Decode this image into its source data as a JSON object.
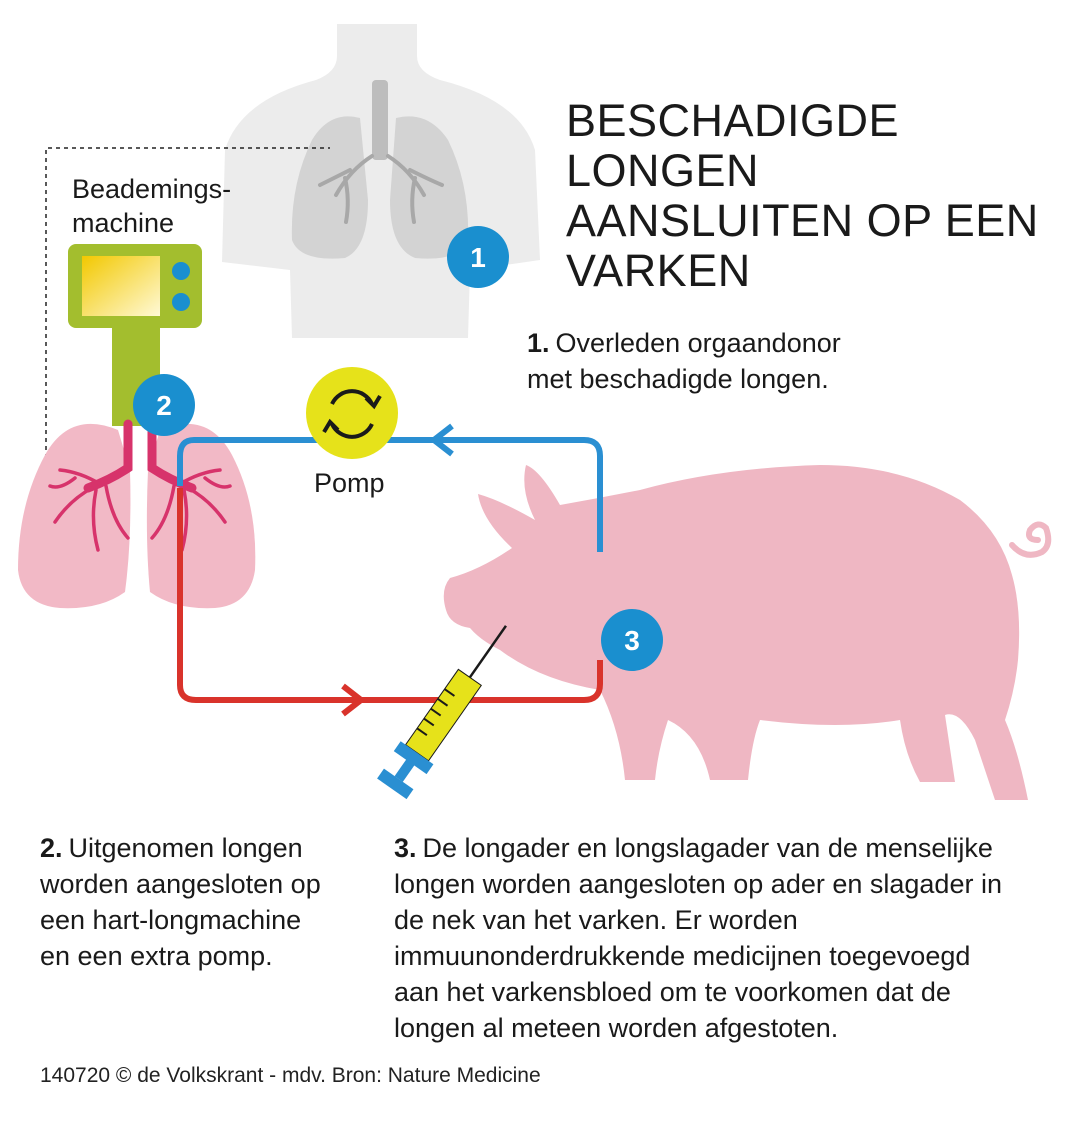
{
  "title": {
    "line1": "BESCHADIGDE LONGEN",
    "line2": "AANSLUITEN OP EEN",
    "line3": "VARKEN"
  },
  "labels": {
    "ventilator_line1": "Beademings-",
    "ventilator_line2": "machine",
    "pump": "Pomp"
  },
  "badges": [
    "1",
    "2",
    "3"
  ],
  "steps": [
    {
      "num": "1.",
      "line1": "Overleden orgaandonor",
      "line2": "met beschadigde longen."
    },
    {
      "num": "2.",
      "line1": "Uitgenomen longen",
      "line2": "worden aangesloten op",
      "line3": "een hart-longmachine",
      "line4": "en een extra pomp."
    },
    {
      "num": "3.",
      "line1": "De longader en longslagader van de menselijke",
      "line2": "longen worden aangesloten op ader en slagader in",
      "line3": "de nek van het varken. Er worden",
      "line4": "immuunonderdrukkende medicijnen toegevoegd",
      "line5": "aan het varkensbloed om te voorkomen dat de",
      "line6": "longen al meteen worden afgestoten."
    }
  ],
  "credit": "140720 © de Volkskrant - mdv. Bron: Nature Medicine",
  "colors": {
    "badge_blue": "#1a8fcf",
    "vein_blue": "#2a8fd2",
    "artery_red": "#d9332b",
    "pig_pink": "#efb7c3",
    "lung_pink": "#f2b9c6",
    "lung_vessels": "#d7336b",
    "machine_green": "#a3be2e",
    "pump_yellow": "#e6e21a",
    "syringe_yellow": "#e6e21a",
    "syringe_blue": "#2a8fd2",
    "silhouette_gray": "#ececec",
    "donor_lung_gray": "#d2d2d2"
  }
}
